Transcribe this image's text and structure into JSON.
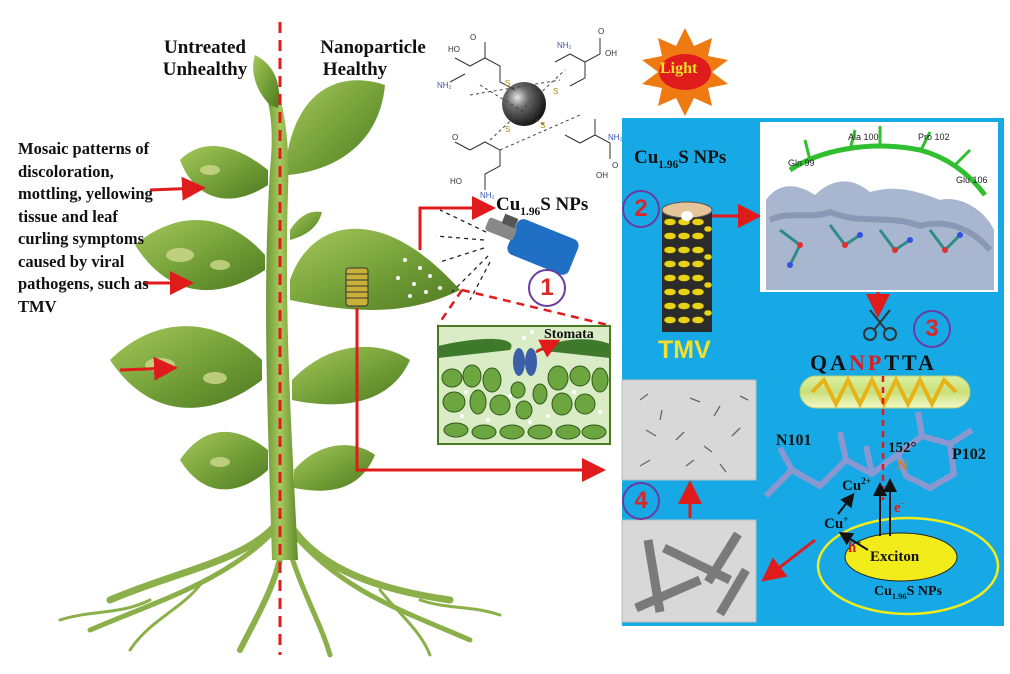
{
  "headers": {
    "untreated": "Untreated",
    "unhealthy": "Unhealthy",
    "nanoparticle": "Nanoparticle",
    "healthy": "Healthy"
  },
  "left_note": "Mosaic patterns of discoloration, mottling, yellowing tissue and leaf curling symptoms caused by viral pathogens, such as TMV",
  "light_label": "Light",
  "np_label_main": "Cu",
  "np_label_sub": "1.96",
  "np_label_end": "S NPs",
  "stomata_label": "Stomata",
  "tmv_label": "TMV",
  "step_numbers": [
    "1",
    "2",
    "3",
    "4"
  ],
  "sequence": {
    "pre": "QA",
    "highlight": "NP",
    "post": "TTA"
  },
  "residues": {
    "n101": "N101",
    "p102": "P102",
    "angle": "152°",
    "n_atom": "N"
  },
  "mechanism": {
    "cu2": "Cu",
    "cu2_sup": "2+",
    "cu1": "Cu",
    "cu1_sup": "+",
    "hole": "h",
    "hole_sup": "+",
    "electron": "e",
    "electron_sup": "-",
    "exciton": "Exciton"
  },
  "protein_labels": [
    "Gln 99",
    "Ala 100",
    "Pro 102",
    "Glu 106"
  ],
  "colors": {
    "blue_panel": "#17a9e6",
    "red_arrow": "#e01b1b",
    "leaf_green": "#7aa63a",
    "tmv_gold": "#e9d21a",
    "exciton_yellow": "#f2ec1a",
    "purple_ring": "#6a3ba0"
  }
}
